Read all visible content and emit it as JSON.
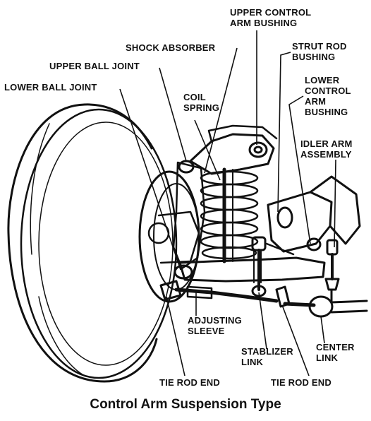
{
  "diagram": {
    "labels": {
      "upper_control_arm_bushing": "UPPER CONTROL\nARM BUSHING",
      "shock_absorber": "SHOCK ABSORBER",
      "strut_rod_bushing": "STRUT ROD\nBUSHING",
      "upper_ball_joint": "UPPER BALL JOINT",
      "lower_control_arm_bushing": "LOWER\nCONTROL\nARM\nBUSHING",
      "lower_ball_joint": "LOWER BALL JOINT",
      "coil_spring": "COIL\nSPRING",
      "idler_arm_assembly": "IDLER ARM\nASSEMBLY",
      "adjusting_sleeve": "ADJUSTING\nSLEEVE",
      "stabilizer_link": "STABLIZER\nLINK",
      "center_link": "CENTER\nLINK",
      "tie_rod_end_left": "TIE ROD END",
      "tie_rod_end_right": "TIE ROD END"
    },
    "caption": "Control Arm Suspension Type"
  }
}
